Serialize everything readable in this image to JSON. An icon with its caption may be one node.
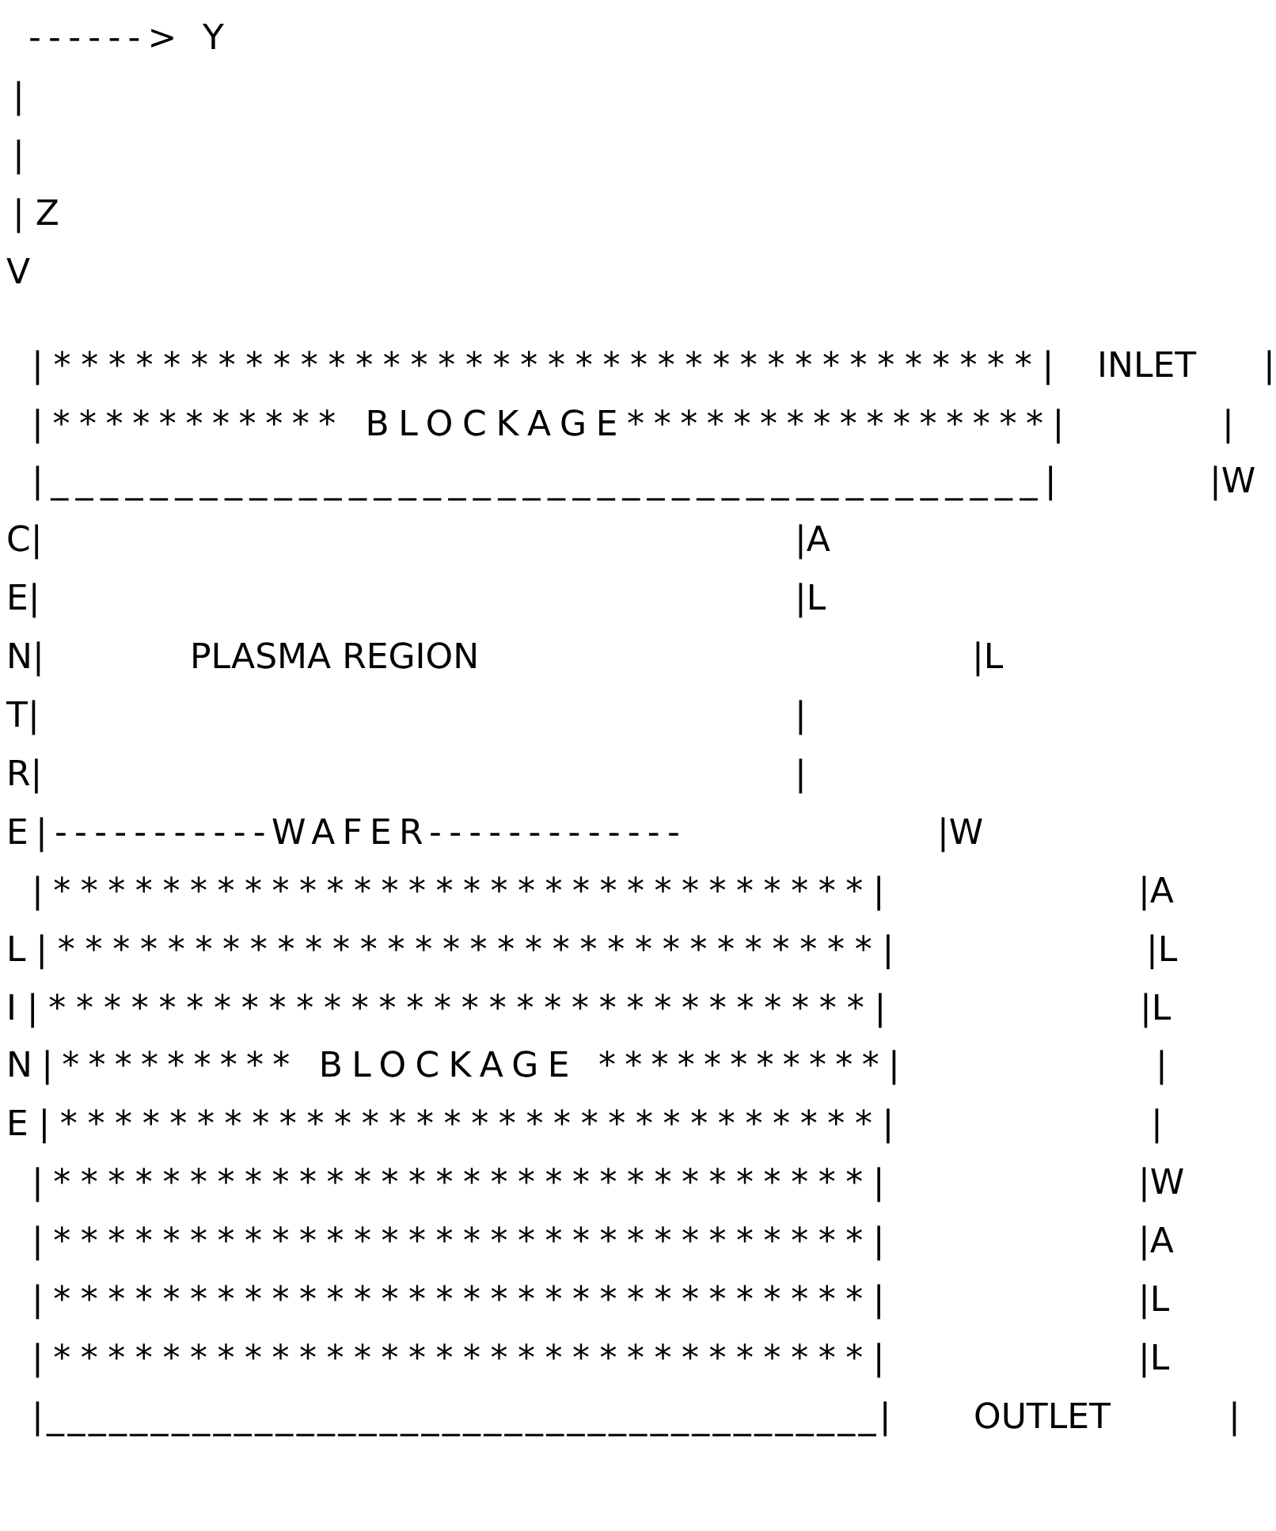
{
  "diagram": {
    "labels": [
      "------> Y",
      "|",
      "|",
      "| Z",
      "V",
      "|************************************|",
      "INLET",
      "|",
      "|*********** BLOCKAGE****************|",
      "|",
      "|________________________________________|",
      "|W",
      "C|",
      "|A",
      "E|",
      "|L",
      "N|",
      "PLASMA REGION",
      "|L",
      "T|",
      "|",
      "R|",
      "|",
      "E|-----------WAFER-------------",
      "|W",
      "|******************************|",
      "|A",
      "L|******************************|",
      "|L",
      "I|******************************|",
      "|L",
      "N|********* BLOCKAGE ***********|",
      "|",
      "E|******************************|",
      "|",
      "|******************************|",
      "|W",
      "|******************************|",
      "|A",
      "|******************************|",
      "|L",
      "|******************************|",
      "|L",
      "|________________________________________|",
      "OUTLET",
      "|"
    ]
  }
}
